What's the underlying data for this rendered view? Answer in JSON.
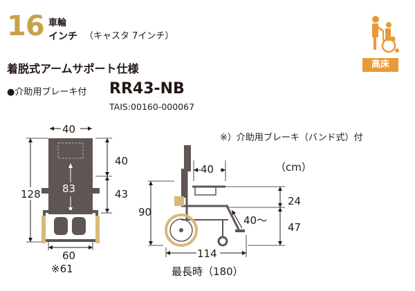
{
  "header": {
    "wheel_size": "16",
    "wheel_type": "車輪",
    "wheel_unit": "インチ",
    "caster": "（キャスタ 7インチ）",
    "subtitle": "着脱式アームサポート仕様",
    "badge": "高床",
    "user_icon": "caregiver-pushing-wheelchair-icon"
  },
  "product": {
    "brake_label": "●介助用ブレーキ付",
    "model": "RR43-NB",
    "tais": "TAIS:00160-000067"
  },
  "note": "※）介助用ブレーキ（バンド式）付",
  "unit": "（cm）",
  "front_view": {
    "top_width": "40",
    "height_total": "128",
    "backrest_depth": "40",
    "seat_to_floor_mid": "43",
    "inner_length": "83",
    "bottom_width": "60",
    "bottom_width_alt": "※61"
  },
  "side_view": {
    "armrest_width": "40",
    "height": "90",
    "armrest_height": "24",
    "seat_height": "47",
    "leg_length": "40〜",
    "length": "114",
    "max_length": "最長時（180）"
  },
  "colors": {
    "accent": "#c8a24a",
    "badge": "#e89a36",
    "frame": "#5f5552",
    "wheel": "#d9b878",
    "line": "#231815"
  }
}
